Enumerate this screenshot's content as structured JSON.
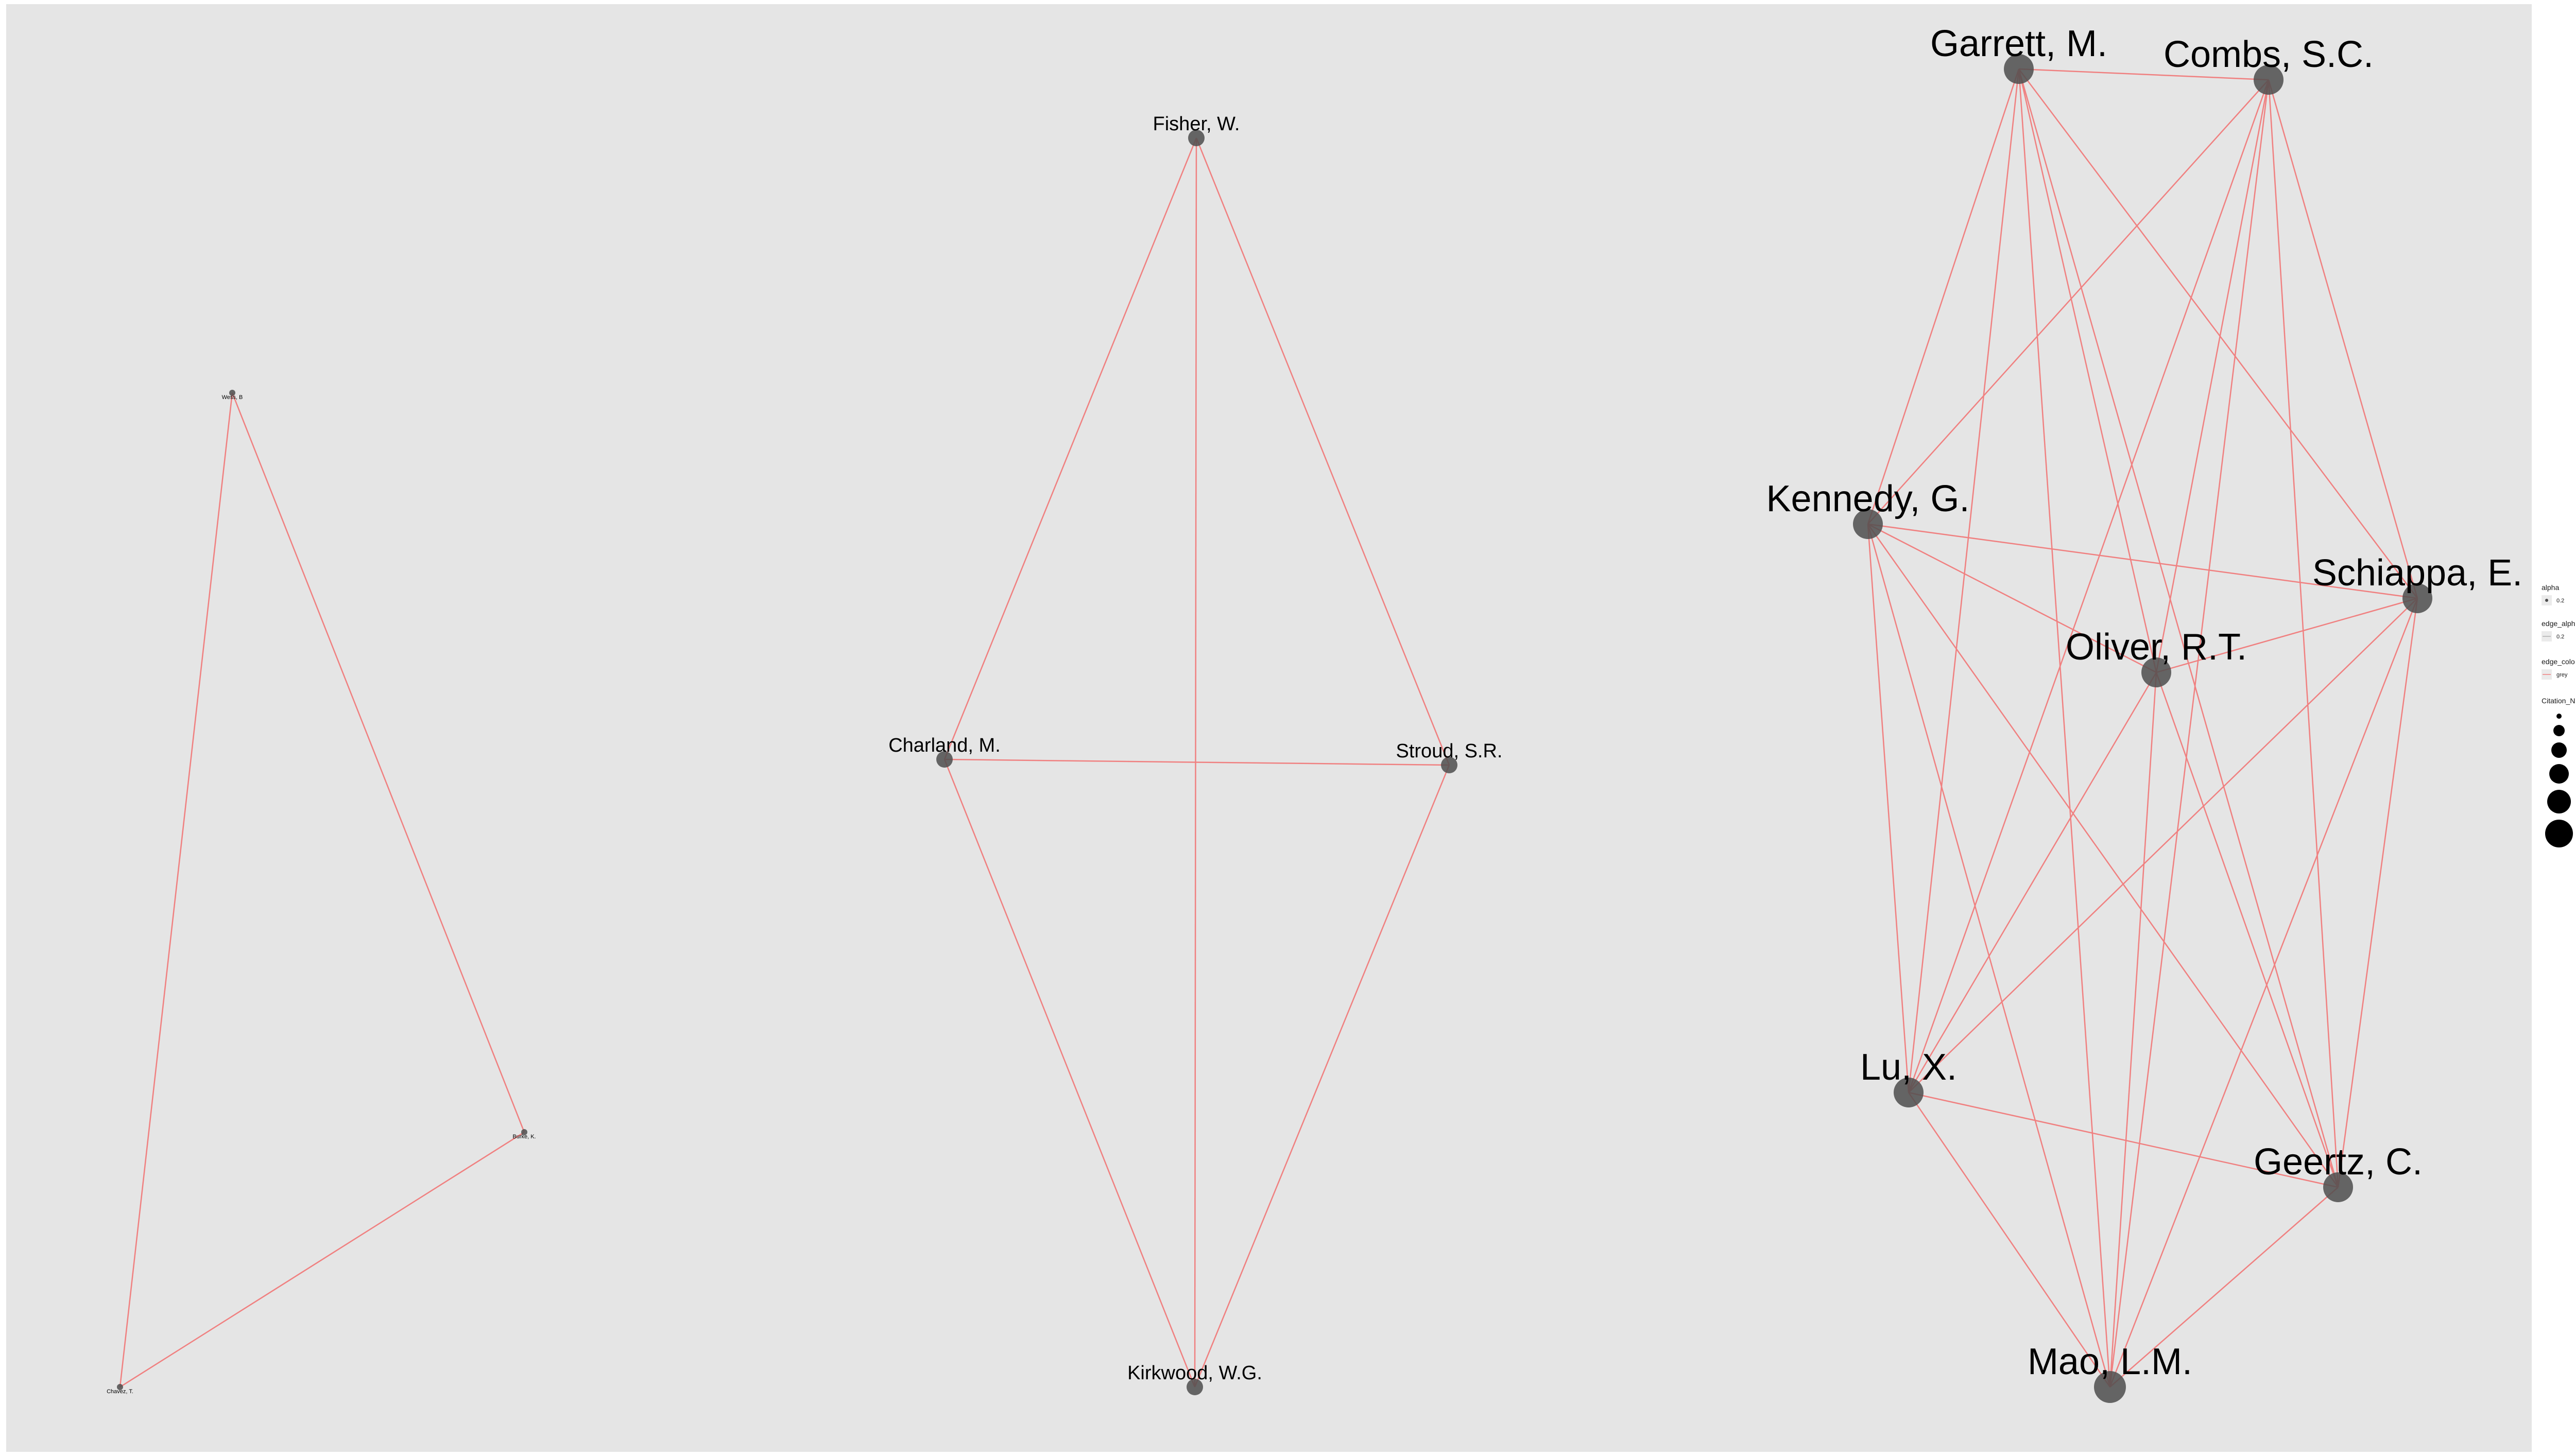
{
  "colors": {
    "panel_background": "#e5e5e5",
    "page_background": "#ffffff",
    "edge": "#f08080",
    "node": "#4d4d4d"
  },
  "graph": {
    "type": "network",
    "nodes": [
      {
        "id": "wess",
        "label": "Wess, B",
        "citation_num": 2
      },
      {
        "id": "burke",
        "label": "Burke, K.",
        "citation_num": 2
      },
      {
        "id": "chavez",
        "label": "Chavez, T.",
        "citation_num": 2
      },
      {
        "id": "fisher",
        "label": "Fisher, W.",
        "citation_num": 3
      },
      {
        "id": "charland",
        "label": "Charland, M.",
        "citation_num": 3
      },
      {
        "id": "stroud",
        "label": "Stroud, S.R.",
        "citation_num": 3
      },
      {
        "id": "kirkwood",
        "label": "Kirkwood, W.G.",
        "citation_num": 3
      },
      {
        "id": "garrett",
        "label": "Garrett, M.",
        "citation_num": 5
      },
      {
        "id": "combs",
        "label": "Combs, S.C.",
        "citation_num": 5
      },
      {
        "id": "kennedy",
        "label": "Kennedy, G.",
        "citation_num": 5
      },
      {
        "id": "schiappa",
        "label": "Schiappa, E.",
        "citation_num": 5
      },
      {
        "id": "oliver",
        "label": "Oliver, R.T.",
        "citation_num": 5
      },
      {
        "id": "lu",
        "label": "Lu, X.",
        "citation_num": 5
      },
      {
        "id": "geertz",
        "label": "Geertz, C.",
        "citation_num": 5
      },
      {
        "id": "mao",
        "label": "Mao, L.M.",
        "citation_num": 6
      }
    ],
    "edges": [
      [
        "wess",
        "burke"
      ],
      [
        "wess",
        "chavez"
      ],
      [
        "burke",
        "chavez"
      ],
      [
        "fisher",
        "charland"
      ],
      [
        "fisher",
        "stroud"
      ],
      [
        "fisher",
        "kirkwood"
      ],
      [
        "charland",
        "stroud"
      ],
      [
        "charland",
        "kirkwood"
      ],
      [
        "stroud",
        "kirkwood"
      ],
      [
        "garrett",
        "combs"
      ],
      [
        "garrett",
        "kennedy"
      ],
      [
        "garrett",
        "schiappa"
      ],
      [
        "garrett",
        "oliver"
      ],
      [
        "garrett",
        "lu"
      ],
      [
        "garrett",
        "geertz"
      ],
      [
        "garrett",
        "mao"
      ],
      [
        "combs",
        "kennedy"
      ],
      [
        "combs",
        "schiappa"
      ],
      [
        "combs",
        "oliver"
      ],
      [
        "combs",
        "lu"
      ],
      [
        "combs",
        "geertz"
      ],
      [
        "combs",
        "mao"
      ],
      [
        "kennedy",
        "schiappa"
      ],
      [
        "kennedy",
        "oliver"
      ],
      [
        "kennedy",
        "lu"
      ],
      [
        "kennedy",
        "geertz"
      ],
      [
        "kennedy",
        "mao"
      ],
      [
        "schiappa",
        "oliver"
      ],
      [
        "schiappa",
        "lu"
      ],
      [
        "schiappa",
        "geertz"
      ],
      [
        "schiappa",
        "mao"
      ],
      [
        "oliver",
        "lu"
      ],
      [
        "oliver",
        "geertz"
      ],
      [
        "oliver",
        "mao"
      ],
      [
        "lu",
        "geertz"
      ],
      [
        "lu",
        "mao"
      ],
      [
        "geertz",
        "mao"
      ]
    ]
  },
  "legend": {
    "alpha": {
      "title": "alpha",
      "value": "0.2"
    },
    "edge_alpha": {
      "title": "edge_alpha",
      "value": "0.2"
    },
    "edge_colour": {
      "title": "edge_colour",
      "value": "grey"
    },
    "citation_num": {
      "title": "Citation_Num",
      "values": [
        "2",
        "3",
        "4",
        "5",
        "6",
        "7"
      ]
    }
  }
}
